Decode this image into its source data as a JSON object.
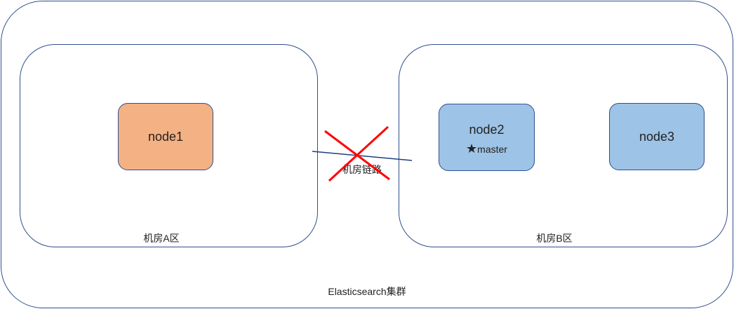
{
  "cluster": {
    "label": "Elasticsearch集群"
  },
  "zone_a": {
    "label": "机房A区",
    "nodes": [
      {
        "name": "node1",
        "color": "#f4b183"
      }
    ]
  },
  "zone_b": {
    "label": "机房B区",
    "nodes": [
      {
        "name": "node2",
        "badge": "★",
        "role": "master",
        "color": "#9dc3e6"
      },
      {
        "name": "node3",
        "color": "#9dc3e6"
      }
    ]
  },
  "link": {
    "label": "机房链路",
    "status": "broken",
    "cross_color": "#ff0000"
  }
}
